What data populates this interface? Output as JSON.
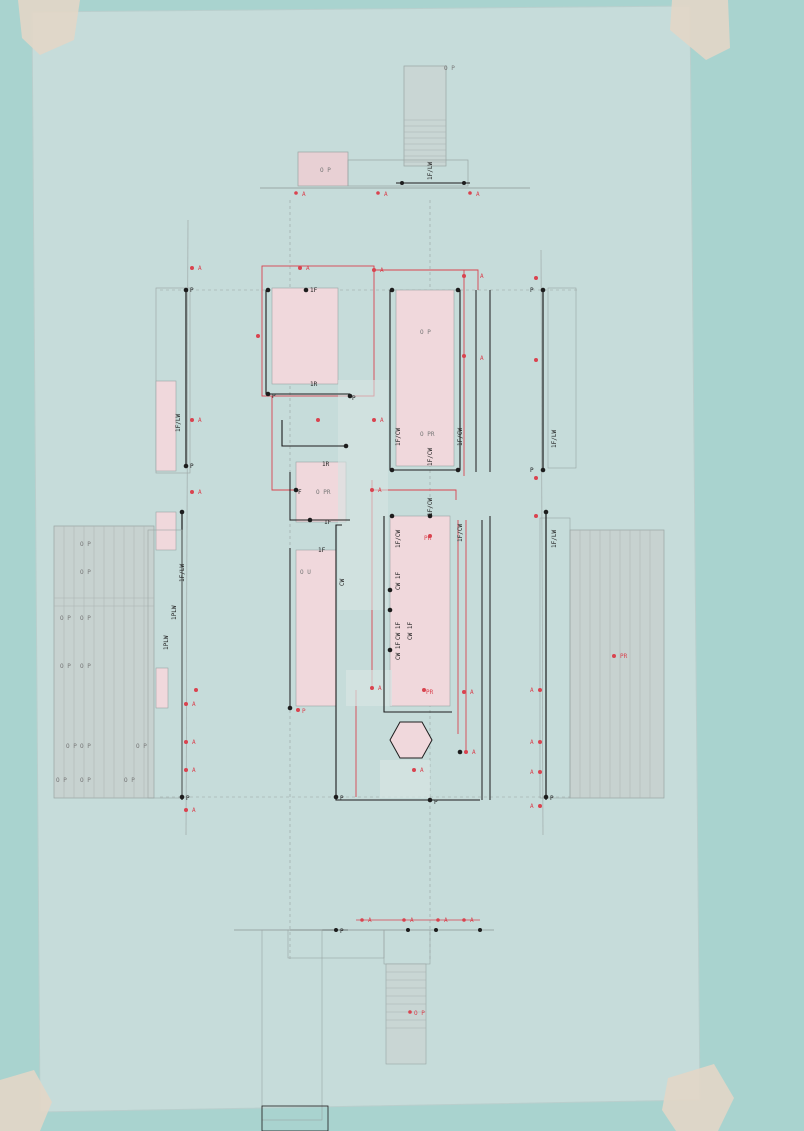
{
  "drawing": {
    "sheet_color": "#c8dedc",
    "wall_color": "#aed6d2",
    "tape_color": "#e6dccf",
    "pink_fill": "#f0d8dc",
    "black_line": "#1d1d1d",
    "red_line": "#d9434f",
    "grey_line": "#8d9695"
  },
  "labels": {
    "A": "A",
    "P": "P",
    "OP": "O P",
    "OPR": "O PR",
    "PR": "PR",
    "F": "F",
    "CW": "CW",
    "CWF": "CW 1F",
    "IF": "1F",
    "IR": "1R",
    "IFCW": "1F/CW",
    "IFLW": "1F/LW",
    "IPLW": "1PLW",
    "OU": "O U"
  }
}
